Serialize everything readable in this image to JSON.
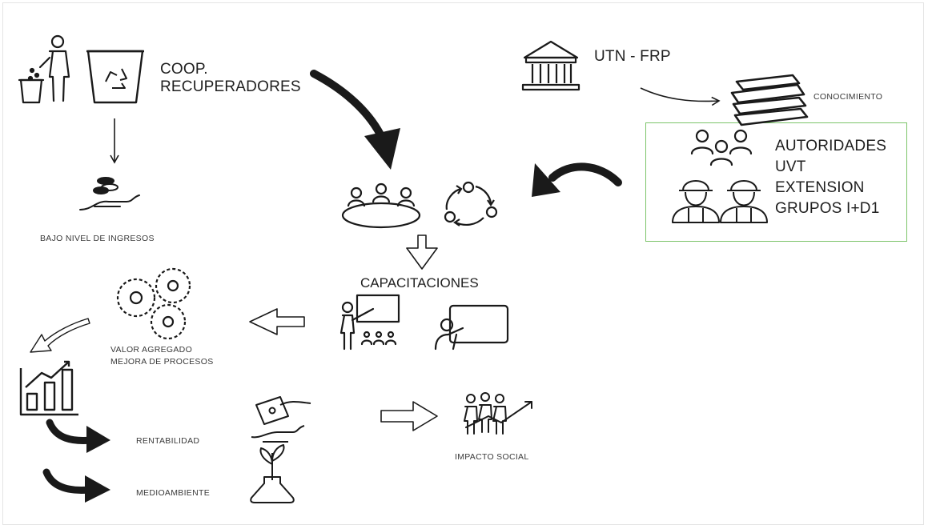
{
  "labels": {
    "coop": [
      "COOP.",
      "RECUPERADORES"
    ],
    "utn": "UTN - FRP",
    "conocimiento": "CONOCIMIENTO",
    "authorities": [
      "AUTORIDADES",
      "UVT",
      "EXTENSION",
      "GRUPOS I+D1"
    ],
    "bajo_nivel": "BAJO NIVEL DE INGRESOS",
    "capacitaciones": "CAPACITACIONES",
    "valor": [
      "VALOR AGREGADO",
      "MEJORA DE PROCESOS"
    ],
    "rentabilidad": "RENTABILIDAD",
    "medioambiente": "MEDIOAMBIENTE",
    "impacto": "IMPACTO SOCIAL"
  },
  "icons": [
    "person-trash-icon",
    "recycle-bin-icon",
    "government-building-icon",
    "books-stack-icon",
    "people-group-icon",
    "workers-helmet-icon",
    "coins-hand-icon",
    "meeting-table-icon",
    "cycle-arrows-icon",
    "teacher-board-icon",
    "presenter-screen-icon",
    "gears-icon",
    "bar-chart-growth-icon",
    "money-hand-icon",
    "plant-flask-icon",
    "people-growth-icon"
  ],
  "colors": {
    "stroke": "#1a1a1a",
    "box_border": "#7cc46a"
  }
}
